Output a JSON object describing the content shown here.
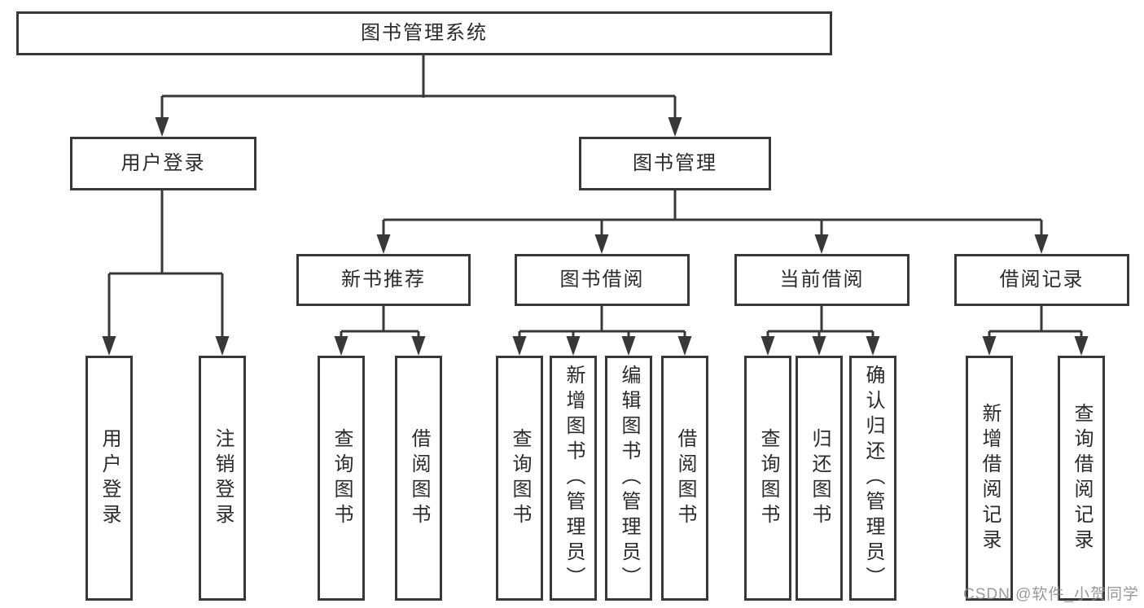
{
  "tree": {
    "label": "图书管理系统",
    "children": [
      {
        "label": "用户登录",
        "children": [
          {
            "label": "用户登录"
          },
          {
            "label": "注销登录"
          }
        ]
      },
      {
        "label": "图书管理",
        "children": [
          {
            "label": "新书推荐",
            "children": [
              {
                "label": "查询图书"
              },
              {
                "label": "借阅图书"
              }
            ]
          },
          {
            "label": "图书借阅",
            "children": [
              {
                "label": "查询图书"
              },
              {
                "label": "新增图书（管理员）"
              },
              {
                "label": "编辑图书（管理员）"
              },
              {
                "label": "借阅图书"
              }
            ]
          },
          {
            "label": "当前借阅",
            "children": [
              {
                "label": "查询图书"
              },
              {
                "label": "归还图书"
              },
              {
                "label": "确认归还（管理员）"
              }
            ]
          },
          {
            "label": "借阅记录",
            "children": [
              {
                "label": "新增借阅记录"
              },
              {
                "label": "查询借阅记录"
              }
            ]
          }
        ]
      }
    ]
  },
  "watermark": {
    "text": "CSDN @软件_小贺同学"
  },
  "colors": {
    "line": "#383838",
    "box_border": "#383838",
    "text": "#2b2b2b",
    "watermark": "#878787",
    "background": "#ffffff"
  }
}
